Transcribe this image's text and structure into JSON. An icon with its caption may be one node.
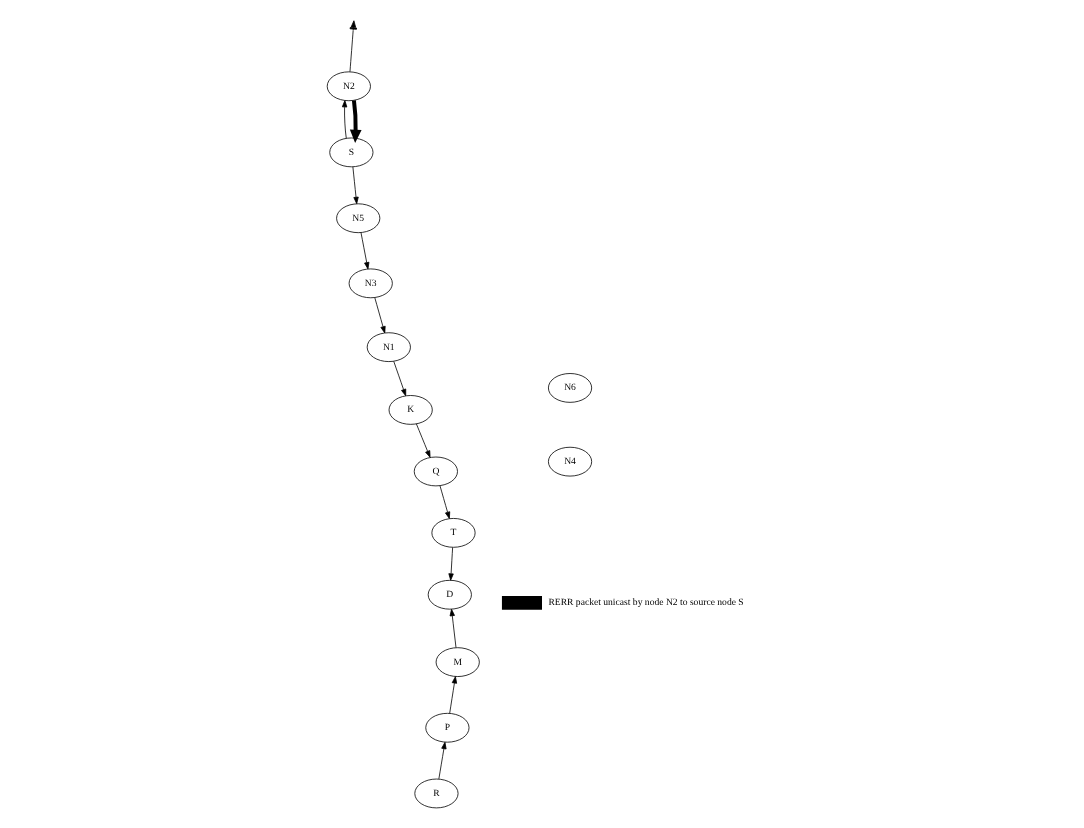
{
  "diagram": {
    "nodes": [
      {
        "text": [
          "N6"
        ]
      },
      {
        "text": [
          "N5"
        ]
      },
      {
        "text": [
          "N4"
        ]
      },
      {
        "text": [
          "S"
        ]
      },
      {
        "text": [
          "N3"
        ]
      },
      {
        "text": [
          "N2"
        ]
      },
      {
        "text": [
          "N1"
        ]
      },
      {
        "text": [
          "P"
        ]
      },
      {
        "text": [
          "M"
        ]
      },
      {
        "text": [
          "R"
        ]
      },
      {
        "text": [
          "K"
        ]
      },
      {
        "text": [
          "T"
        ]
      },
      {
        "text": [
          "D"
        ]
      },
      {
        "text": [
          "Q"
        ]
      }
    ],
    "edges": [
      {
        "from": 3,
        "to": 1,
        "arrow": "to"
      },
      {
        "from": 1,
        "to": 4,
        "arrow": "to"
      },
      {
        "from": 4,
        "to": 6,
        "arrow": "to"
      },
      {
        "from": 6,
        "to": 10,
        "arrow": "to"
      },
      {
        "from": 10,
        "to": 13,
        "arrow": "to"
      },
      {
        "from": 13,
        "to": 11,
        "arrow": "to"
      },
      {
        "from": 11,
        "to": 12,
        "arrow": "to"
      },
      {
        "from": 9,
        "to": 7,
        "arrow": "to"
      },
      {
        "from": 7,
        "to": 8,
        "arrow": "to"
      },
      {
        "from": 8,
        "to": 12,
        "arrow": "to"
      },
      {
        "from": 3,
        "to": 5,
        "arrow": "to"
      },
      {
        "from": 5,
        "to": 3,
        "arrow": "to",
        "style": "thick"
      },
      {
        "from": 5,
        "to": null,
        "arrow": "to"
      }
    ],
    "legend": [
      {
        "text": "RERR packet unicast by node N2 to source node S"
      }
    ]
  }
}
